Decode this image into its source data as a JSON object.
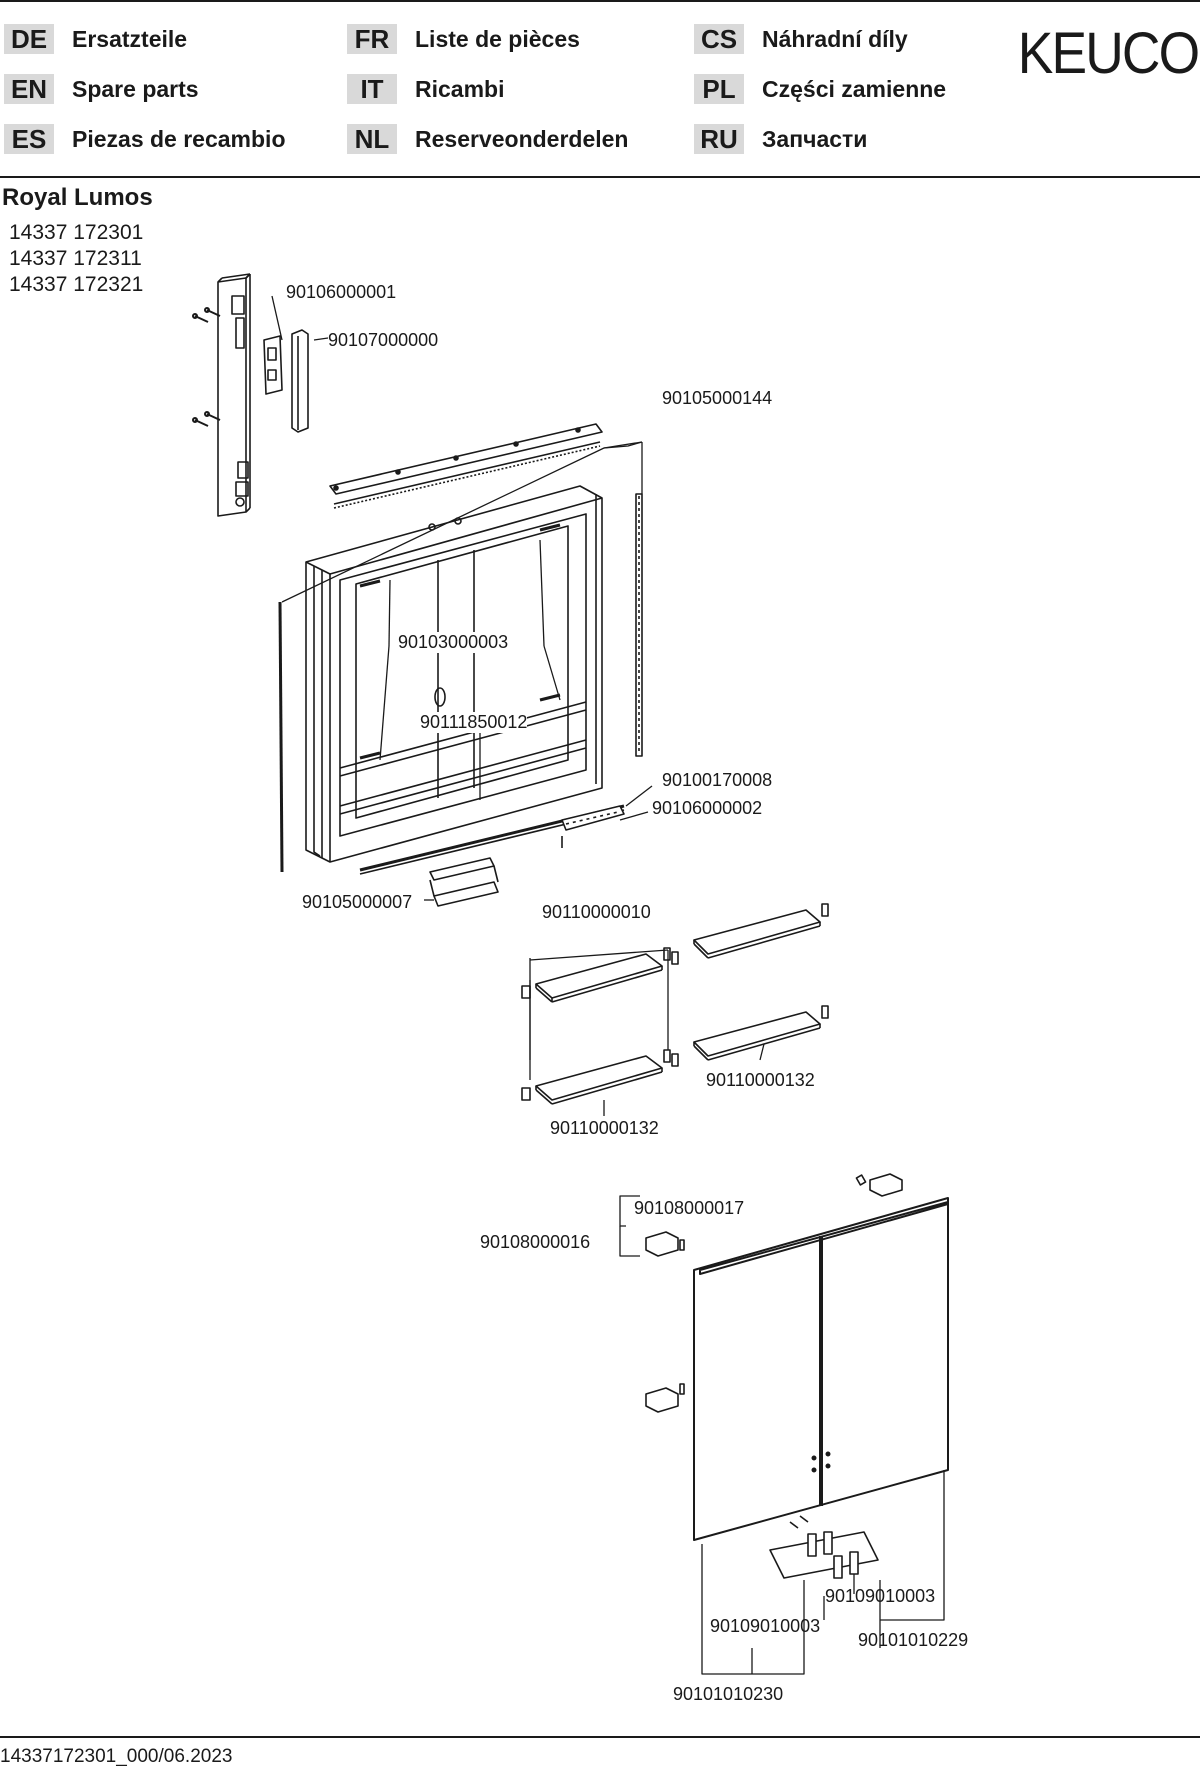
{
  "languages": [
    {
      "code": "DE",
      "name": "Ersatzteile"
    },
    {
      "code": "EN",
      "name": "Spare parts"
    },
    {
      "code": "ES",
      "name": "Piezas de recambio"
    },
    {
      "code": "FR",
      "name": "Liste de pièces"
    },
    {
      "code": "IT",
      "name": "Ricambi"
    },
    {
      "code": "NL",
      "name": "Reserveonderdelen"
    },
    {
      "code": "CS",
      "name": "Náhradní díly"
    },
    {
      "code": "PL",
      "name": "Części zamienne"
    },
    {
      "code": "RU",
      "name": "Запчасти"
    }
  ],
  "brand": "KEUCO",
  "product": {
    "name": "Royal Lumos",
    "articles": [
      "14337 172301",
      "14337 172311",
      "14337 172321"
    ]
  },
  "parts": {
    "p1": "90106000001",
    "p2": "90107000000",
    "p3": "90105000144",
    "p4": "90103000003",
    "p5": "90111850012",
    "p6": "90100170008",
    "p7": "90106000002",
    "p8": "90105000007",
    "p9": "90110000010",
    "p10": "90110000132",
    "p11": "90110000132",
    "p12": "90108000017",
    "p13": "90108000016",
    "p14": "90109010003",
    "p15": "90109010003",
    "p16": "90101010229",
    "p17": "90101010230"
  },
  "footer": "14337172301_000/06.2023",
  "colors": {
    "code_bg": "#d9d9d9",
    "ink": "#1a1a1a"
  }
}
